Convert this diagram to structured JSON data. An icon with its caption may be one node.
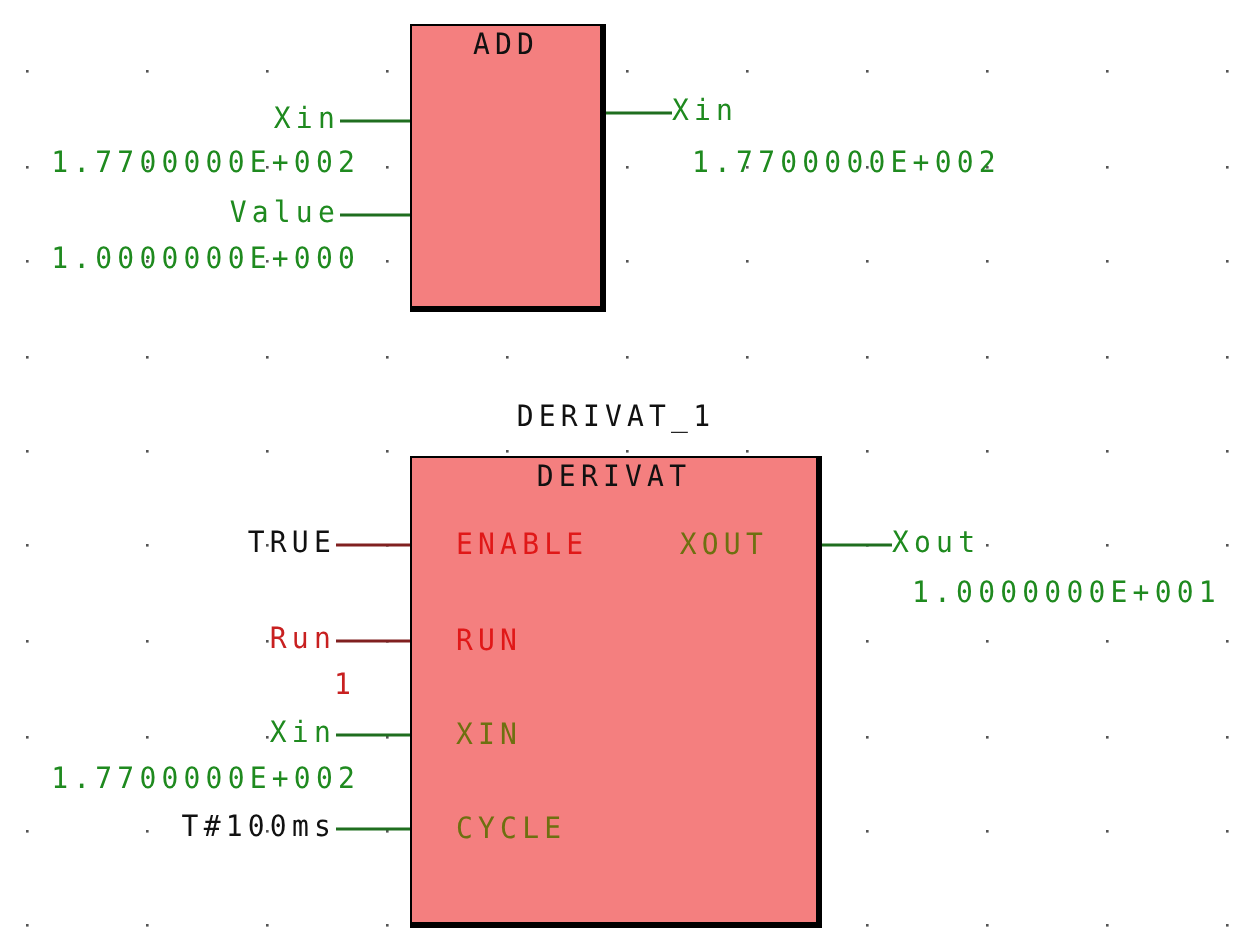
{
  "diagram": {
    "nodes": [
      {
        "text": [
          "ADD"
        ]
      },
      {
        "text": [
          "Xin"
        ],
        "beside": [
          "1.7700000E+002"
        ]
      },
      {
        "text": [
          "Value"
        ],
        "beside": [
          "1.0000000E+000"
        ]
      },
      {
        "text": [
          "Xin"
        ],
        "beside": [
          "1.7700000E+002"
        ]
      },
      {
        "text": [
          "DERIVAT_1",
          "DERIVAT"
        ]
      },
      {
        "text": [
          "ENABLE"
        ],
        "in": 4
      },
      {
        "text": [
          "XOUT"
        ],
        "in": 4
      },
      {
        "text": [
          "RUN"
        ],
        "in": 4
      },
      {
        "text": [
          "XIN"
        ],
        "in": 4
      },
      {
        "text": [
          "CYCLE"
        ],
        "in": 4
      },
      {
        "text": [
          "TRUE"
        ]
      },
      {
        "text": [
          "Run"
        ],
        "beside": [
          "1"
        ]
      },
      {
        "text": [
          "Xin"
        ],
        "beside": [
          "1.7700000E+002"
        ]
      },
      {
        "text": [
          "T#100ms"
        ]
      },
      {
        "text": [
          "Xout"
        ],
        "beside": [
          "1.0000000E+001"
        ]
      }
    ],
    "edges": [
      {
        "from": 1,
        "to": 0,
        "arrow": "none"
      },
      {
        "from": 2,
        "to": 0,
        "arrow": "none"
      },
      {
        "from": 0,
        "to": 3,
        "arrow": "none"
      },
      {
        "from": 10,
        "to": 5,
        "arrow": "none",
        "color": "#802020"
      },
      {
        "from": 11,
        "to": 7,
        "arrow": "none",
        "color": "#802020"
      },
      {
        "from": 12,
        "to": 8,
        "arrow": "none"
      },
      {
        "from": 13,
        "to": 9,
        "arrow": "none"
      },
      {
        "from": 6,
        "to": 14,
        "arrow": "none"
      }
    ]
  }
}
